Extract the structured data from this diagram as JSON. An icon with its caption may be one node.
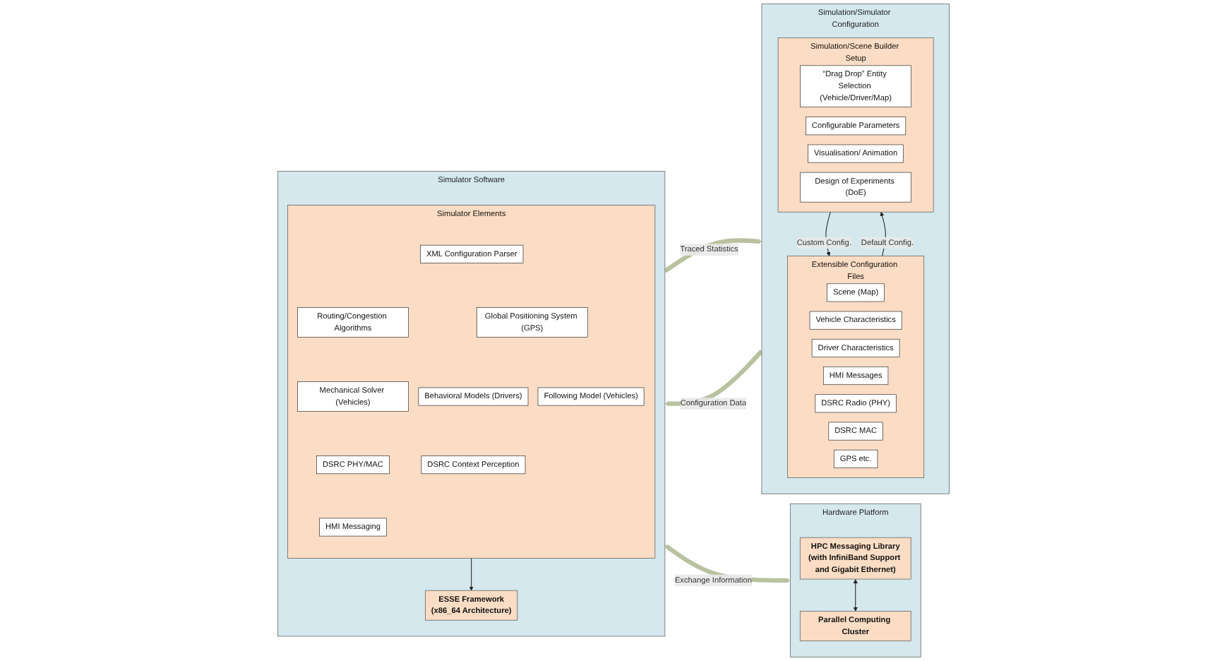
{
  "diagram": {
    "nodes": [
      {
        "text": [
          "Simulation/Simulator Configuration"
        ]
      },
      {
        "text": [
          "Extensible Configuration Files"
        ],
        "in": 0
      },
      {
        "text": [
          "Scene (Map)"
        ],
        "in": 1
      },
      {
        "text": [
          "Vehicle Characteristics"
        ],
        "in": 1
      },
      {
        "text": [
          "Driver Characteristics"
        ],
        "in": 1
      },
      {
        "text": [
          "HMI Messages"
        ],
        "in": 1
      },
      {
        "text": [
          "DSRC Radio (PHY)"
        ],
        "in": 1
      },
      {
        "text": [
          "DSRC MAC"
        ],
        "in": 1
      },
      {
        "text": [
          "GPS etc."
        ],
        "in": 1
      },
      {
        "text": [
          "Simulation/Scene Builder Setup"
        ],
        "in": 0
      },
      {
        "text": [
          "“Drag Drop” Entity Selection (Vehicle/Driver/Map)"
        ],
        "in": 9
      },
      {
        "text": [
          "Configurable Parameters"
        ],
        "in": 9
      },
      {
        "text": [
          "Visualisation/ Animation"
        ],
        "in": 9
      },
      {
        "text": [
          "Design of Experiments (DoE)"
        ],
        "in": 9
      },
      {
        "text": [
          "Simulator Software"
        ]
      },
      {
        "text": [
          "Simulator Elements"
        ],
        "in": 14
      },
      {
        "text": [
          "XML Configuration Parser"
        ],
        "in": 15
      },
      {
        "text": [
          "Routing/Congestion Algorithms"
        ],
        "in": 15
      },
      {
        "text": [
          "Global Positioning System (GPS)"
        ],
        "in": 15
      },
      {
        "text": [
          "Mechanical Solver (Vehicles)"
        ],
        "in": 15
      },
      {
        "text": [
          "Behavioral Models (Drivers)"
        ],
        "in": 15
      },
      {
        "text": [
          "Following Model (Vehicles)"
        ],
        "in": 15
      },
      {
        "text": [
          "DSRC PHY/MAC"
        ],
        "in": 15
      },
      {
        "text": [
          "DSRC Context Perception"
        ],
        "in": 15
      },
      {
        "text": [
          "HMI Messaging"
        ],
        "in": 15
      },
      {
        "text": [
          "ESSE Framework",
          "(x86_64 Architecture)"
        ],
        "in": 14
      },
      {
        "text": [
          "Hardware Platform"
        ]
      },
      {
        "text": [
          "HPC Messaging Library",
          "(with InfiniBand Support and Gigabit Ethernet)"
        ],
        "in": 26
      },
      {
        "text": [
          "Parallel Computing Cluster"
        ],
        "in": 26
      }
    ],
    "edges": [
      {
        "from": 1,
        "to": 9,
        "arrow": "to",
        "label": "Default Config."
      },
      {
        "from": 9,
        "to": 1,
        "arrow": "to",
        "label": "Custom Config."
      },
      {
        "from": 0,
        "to": 14,
        "arrow": "to",
        "label": "Configuration Data",
        "style": "thick",
        "color": "#b9c29f"
      },
      {
        "from": 14,
        "to": 0,
        "arrow": "to",
        "label": "Traced Statistics",
        "style": "thick",
        "color": "#b9c29f"
      },
      {
        "from": 15,
        "to": 25,
        "arrow": "to"
      },
      {
        "from": 14,
        "to": 26,
        "arrow": "both",
        "label": "Exchange Information",
        "style": "thick",
        "color": "#b9c29f"
      },
      {
        "from": 27,
        "to": 28,
        "arrow": "both"
      }
    ]
  }
}
